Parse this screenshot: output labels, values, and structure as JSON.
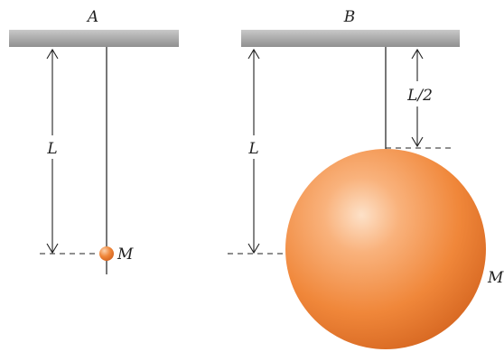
{
  "pendulum_a": {
    "label": "A",
    "length_label": "L",
    "mass_label": "M"
  },
  "pendulum_b": {
    "label": "B",
    "length_label": "L",
    "half_length_label": "L/2",
    "mass_label": "M"
  },
  "colors": {
    "bob": "#f0873a",
    "ceiling": "#9a9a9a",
    "rod": "#777777"
  }
}
